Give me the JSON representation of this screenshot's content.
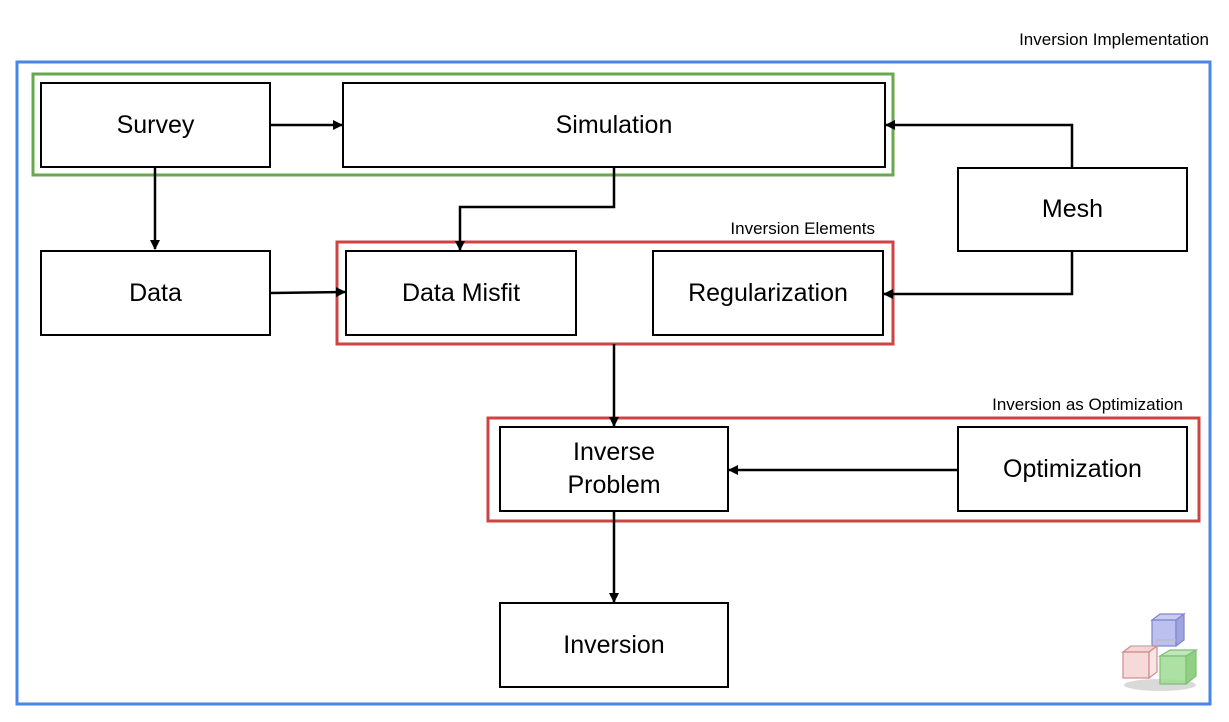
{
  "groups": {
    "implementation": {
      "label": "Inversion Implementation",
      "color": "#4a86e8"
    },
    "forward": {
      "color": "#6aa84f"
    },
    "elements": {
      "label": "Inversion Elements",
      "color": "#cc4444"
    },
    "optimization": {
      "label": "Inversion as Optimization",
      "color": "#cc4444"
    }
  },
  "nodes": {
    "survey": "Survey",
    "simulation": "Simulation",
    "mesh": "Mesh",
    "data": "Data",
    "data_misfit": "Data Misfit",
    "regularization": "Regularization",
    "inverse_problem_line1": "Inverse",
    "inverse_problem_line2": "Problem",
    "optimization": "Optimization",
    "inversion": "Inversion"
  },
  "edges": [
    {
      "from": "Survey",
      "to": "Simulation"
    },
    {
      "from": "Mesh",
      "to": "Simulation"
    },
    {
      "from": "Survey",
      "to": "Data"
    },
    {
      "from": "Simulation",
      "to": "Data Misfit"
    },
    {
      "from": "Data",
      "to": "Data Misfit"
    },
    {
      "from": "Mesh",
      "to": "Regularization"
    },
    {
      "from": "Inversion Elements",
      "to": "Inverse Problem"
    },
    {
      "from": "Optimization",
      "to": "Inverse Problem"
    },
    {
      "from": "Inverse Problem",
      "to": "Inversion"
    }
  ],
  "logo": {
    "name": "cube-logo-icon"
  }
}
